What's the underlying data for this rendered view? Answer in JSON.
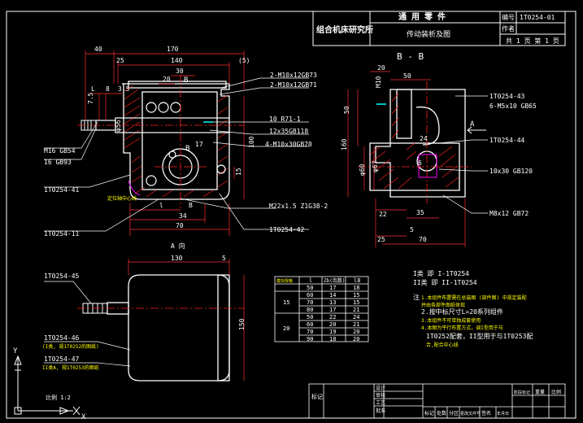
{
  "colors": {
    "background": "#000000",
    "outline": "#ffffff",
    "center_line": "#ff2020",
    "dimension": "#ff3030",
    "section_hatch": "#ff2020",
    "title_block": "#ffffff",
    "text_yellow": "#ffff00",
    "accent_magenta": "#ff00ff",
    "accent_cyan": "#00ffff"
  },
  "title_block": {
    "institute": "组合机床研究所",
    "category": "通 用 零 件",
    "drawing_name": "传动装析及图",
    "code_label": "编号",
    "code_value": "1T0254-01",
    "author_label": "作者",
    "sheet_info": "共 1 页 第 1 页"
  },
  "front_view": {
    "dims_top": [
      "40",
      "170",
      "25",
      "140",
      "(5)",
      "20",
      "30"
    ],
    "dims_left": [
      "L",
      "8",
      "3.5",
      "7.5",
      "φ56"
    ],
    "section_marks": [
      "B",
      "B"
    ],
    "dims_right": [
      "100",
      "15"
    ],
    "dims_bottom": [
      "l",
      "B",
      "34",
      "70",
      "17"
    ],
    "labels": {
      "screw_73": "2-M10x12GB73",
      "screw_71": "2-M10x12GB71",
      "nut": "M16 GB54",
      "washer": "16 GB93",
      "ring": "10 R71-1",
      "pin": "12x35GB118",
      "bolts": "4-M10x30GB70",
      "housing": "1T0254-41",
      "mount_note": "定位轴中心线",
      "plug": "M22x1.5 Z1G38-2",
      "base": "1T0254-11",
      "gear": "1T0254-42"
    }
  },
  "section_view": {
    "title": "B - B",
    "dims": [
      "20",
      "50",
      "M10",
      "50",
      "160",
      "φ60",
      "φ67",
      "22",
      "35",
      "5",
      "25",
      "70",
      "24",
      "6"
    ],
    "arrow_label": "A",
    "labels": {
      "cover": "1T0254-43",
      "cover_screws": "6-M5x10 GB65",
      "shaft": "1T0254-44",
      "key": "10x30 GB120",
      "set_screw": "M8x12 GB72"
    }
  },
  "a_view": {
    "title": "A 向",
    "dims": [
      "130",
      "5",
      "150"
    ],
    "labels": {
      "handle": "1T0254-45",
      "part46": "1T0254-46",
      "part46_note": "(I类, 规1T0252的图纸)",
      "part47": "1T0254-47",
      "part47_note": "II类A, 规1T0253的图纸"
    },
    "scale_note": "比例 1:2"
  },
  "size_table": {
    "headers": [
      "模块规格",
      "l",
      "Zb(齿数)",
      "l8"
    ],
    "groups": [
      {
        "module": "15",
        "rows": [
          [
            "50",
            "17",
            "18"
          ],
          [
            "60",
            "14",
            "15"
          ],
          [
            "70",
            "13",
            "15"
          ],
          [
            "80",
            "17",
            "21"
          ]
        ]
      },
      {
        "module": "20",
        "rows": [
          [
            "50",
            "22",
            "24"
          ],
          [
            "60",
            "20",
            "21"
          ],
          [
            "70",
            "19",
            "20"
          ],
          [
            "90",
            "18",
            "20"
          ]
        ]
      }
    ]
  },
  "notes": {
    "type_i": "I类  即  I-1T0254",
    "type_ii": "II类  即  II-1T0254",
    "label": "注",
    "items": [
      "1.本组件布置需在总装图 (部件图) 中规定装配",
      "    并由各部件图纸体现",
      "2.按中标尺寸L=20系列组件",
      "3.本组件不可单独成套使用",
      "4.本图为平行布置方式，调I型用于与",
      "  1T0252配套，II型用于与1T0253配",
      "  合,配合中心线"
    ]
  },
  "bottom_block": {
    "change_label": "标记",
    "col_labels": [
      "标记",
      "处数",
      "分区",
      "更改文件号",
      "签名",
      "年月日",
      "阶段标记",
      "重量",
      "比例"
    ],
    "design_label": "设计",
    "check_label": "审核",
    "process_label": "工艺",
    "approve_label": "批准"
  },
  "ucs": {
    "y_axis": "Y",
    "x_axis": "X"
  }
}
